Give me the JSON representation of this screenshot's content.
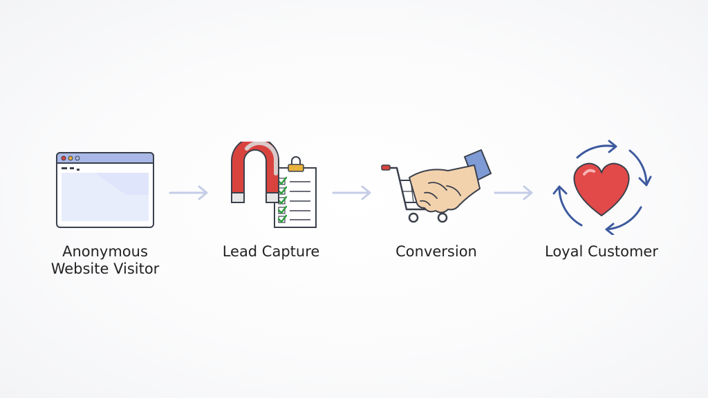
{
  "stages": [
    {
      "label_line1": "Anonymous",
      "label_line2": "Website Visitor",
      "icon": "browser-window-icon"
    },
    {
      "label_line1": "Lead Capture",
      "label_line2": "",
      "icon": "magnet-clipboard-icon"
    },
    {
      "label_line1": "Conversion",
      "label_line2": "",
      "icon": "cart-handshake-icon"
    },
    {
      "label_line1": "Loyal Customer",
      "label_line2": "",
      "icon": "heart-cycle-icon"
    }
  ],
  "colors": {
    "outline": "#3a3f4b",
    "browser_bar": "#a9b8e6",
    "browser_fill": "#dfe6fb",
    "arrow": "#c5cde6",
    "magnet_red": "#d9433e",
    "check_green": "#2e9e3f",
    "lock_gold": "#e8b23c",
    "skin": "#f2d2ad",
    "sleeve_blue": "#7f9bd6",
    "heart_red": "#e24a4a",
    "cycle_blue": "#3d5a9e"
  }
}
